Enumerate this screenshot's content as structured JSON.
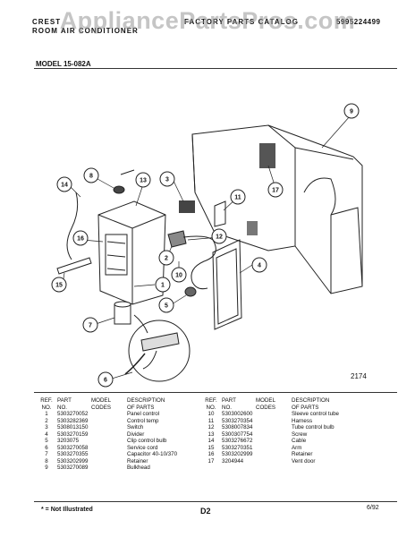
{
  "header": {
    "brand": "CREST",
    "product": "ROOM AIR CONDITIONER",
    "catalog": "FACTORY PARTS CATALOG",
    "catalog_number": "5995224499"
  },
  "watermark": "AppliancePartsPros.com",
  "model": "MODEL 15-082A",
  "diagram_number": "2174",
  "callout_labels": [
    "1",
    "2",
    "3",
    "4",
    "5",
    "6",
    "7",
    "8",
    "9",
    "10",
    "11",
    "12",
    "13",
    "14",
    "15",
    "16",
    "17"
  ],
  "table": {
    "headers": {
      "ref": [
        "REF.",
        "NO."
      ],
      "part": [
        "PART",
        "NO."
      ],
      "codes": [
        "MODEL",
        "CODES"
      ],
      "desc": [
        "DESCRIPTION",
        "OF PARTS"
      ]
    },
    "left_rows": [
      {
        "ref": "1",
        "part": "5303270052",
        "code": "",
        "desc": "Panel control"
      },
      {
        "ref": "2",
        "part": "5303282369",
        "code": "",
        "desc": "Control temp"
      },
      {
        "ref": "3",
        "part": "5308013150",
        "code": "",
        "desc": "Switch"
      },
      {
        "ref": "4",
        "part": "5303270159",
        "code": "",
        "desc": "Divider"
      },
      {
        "ref": "5",
        "part": "3203075",
        "code": "",
        "desc": "Clip control bulb"
      },
      {
        "ref": "6",
        "part": "5303270058",
        "code": "",
        "desc": "Service cord"
      },
      {
        "ref": "7",
        "part": "5303270355",
        "code": "",
        "desc": "Capacitor 40-10/370"
      },
      {
        "ref": "8",
        "part": "5303202999",
        "code": "",
        "desc": "Retainer"
      },
      {
        "ref": "9",
        "part": "5303270089",
        "code": "",
        "desc": "Bulkhead"
      }
    ],
    "right_rows": [
      {
        "ref": "10",
        "part": "5303002600",
        "code": "",
        "desc": "Sleeve control tube"
      },
      {
        "ref": "11",
        "part": "5303270354",
        "code": "",
        "desc": "Harness"
      },
      {
        "ref": "12",
        "part": "5308007834",
        "code": "",
        "desc": "Tube control bulb"
      },
      {
        "ref": "13",
        "part": "5300307754",
        "code": "",
        "desc": "Screw"
      },
      {
        "ref": "14",
        "part": "5303276672",
        "code": "",
        "desc": "Cable"
      },
      {
        "ref": "15",
        "part": "5303270351",
        "code": "",
        "desc": "Arm"
      },
      {
        "ref": "16",
        "part": "5303202999",
        "code": "",
        "desc": "Retainer"
      },
      {
        "ref": "17",
        "part": "3204944",
        "code": "",
        "desc": "Vent door"
      }
    ]
  },
  "footer": {
    "note": "* = Not Illustrated",
    "page": "D2",
    "date": "6/92"
  }
}
